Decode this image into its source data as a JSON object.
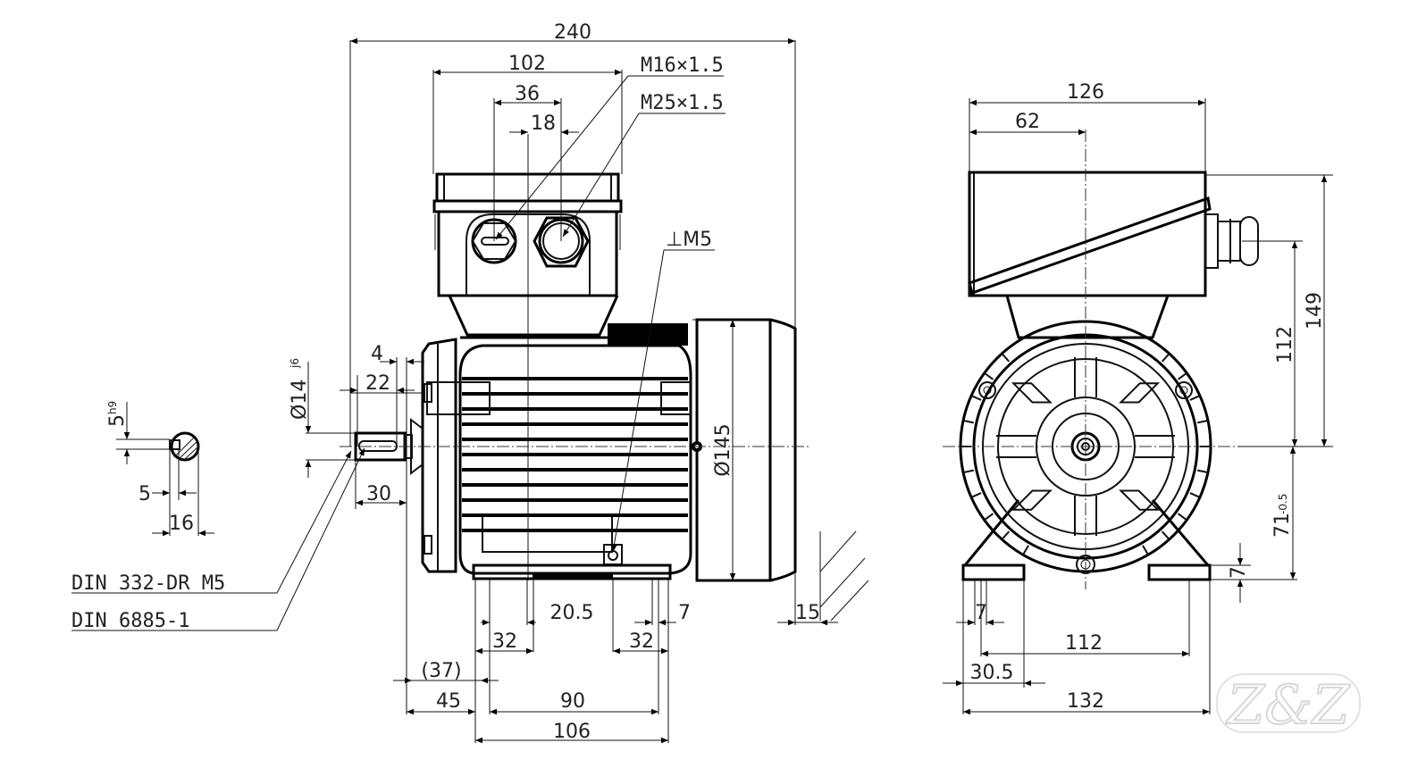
{
  "drawing": {
    "title": "Motor dimension drawing",
    "side_view": {
      "overall_length": "240",
      "terminal_box_width": "102",
      "gland_spacing": "36",
      "gland_offset": "18",
      "gland_small": "M16×1.5",
      "gland_large": "M25×1.5",
      "earth_thread": "⊥M5",
      "shaft_shoulder": "4",
      "shaft_key_length": "22",
      "shaft_diameter": "Ø14",
      "shaft_tolerance": "j6",
      "shaft_length": "30",
      "fan_cover_diameter": "Ø145",
      "fan_clearance": "15",
      "foot_hole_dia": "20.5",
      "foot_left": "32",
      "foot_right": "32",
      "foot_slot": "7",
      "flange_to_foot": "(37)",
      "shaft_to_foot": "45",
      "foot_spacing": "90",
      "foot_overall": "106",
      "callout_1": "DIN 332-DR M5",
      "callout_2": "DIN 6885-1"
    },
    "key_section": {
      "key_height": "5",
      "key_tolerance": "h9",
      "key_width": "5",
      "key_depth": "16"
    },
    "end_view": {
      "box_width": "126",
      "box_center": "62",
      "overall_height": "149",
      "gland_height": "112",
      "shaft_height": "71",
      "shaft_height_tol": "-0.5",
      "foot_thickness": "7",
      "foot_slot": "7",
      "foot_spacing": "112",
      "foot_edge": "30.5",
      "foot_overall": "132"
    },
    "watermark": "Z&Z"
  }
}
